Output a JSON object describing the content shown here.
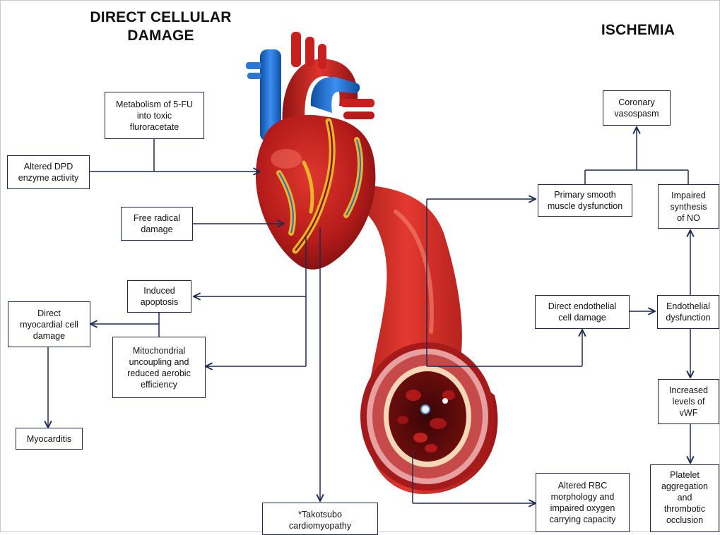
{
  "headings": {
    "left": "DIRECT CELLULAR\nDAMAGE",
    "right": "ISCHEMIA"
  },
  "boxes": {
    "metabolism": "Metabolism of 5-FU\ninto toxic\nfluroracetate",
    "dpd": "Altered DPD\nenzyme activity",
    "free_radical": "Free radical\ndamage",
    "apoptosis": "Induced\napoptosis",
    "direct_myocardial": "Direct\nmyocardial cell\ndamage",
    "mitochondrial": "Mitochondrial\nuncoupling and\nreduced aerobic\nefficiency",
    "myocarditis": "Myocarditis",
    "takotsubo": "*Takotsubo\ncardiomyopathy",
    "coronary": "Coronary\nvasospasm",
    "smooth_muscle": "Primary smooth\nmuscle dysfunction",
    "impaired_no": "Impaired\nsynthesis\nof NO",
    "direct_endothelial": "Direct endothelial\ncell damage",
    "endothelial_dysfunction": "Endothelial\ndysfunction",
    "vwf": "Increased\nlevels of\nvWF",
    "rbc": "Altered RBC\nmorphology and\nimpaired oxygen\ncarrying capacity",
    "platelet": "Platelet\naggregation\nand\nthrombotic\nocclusion"
  },
  "colors": {
    "line": "#1d2b4f",
    "heart_red": "#c8201e",
    "heart_dark": "#7a0f10",
    "vessel_blue": "#1f6fd1",
    "fat_yellow": "#e8b52a"
  }
}
